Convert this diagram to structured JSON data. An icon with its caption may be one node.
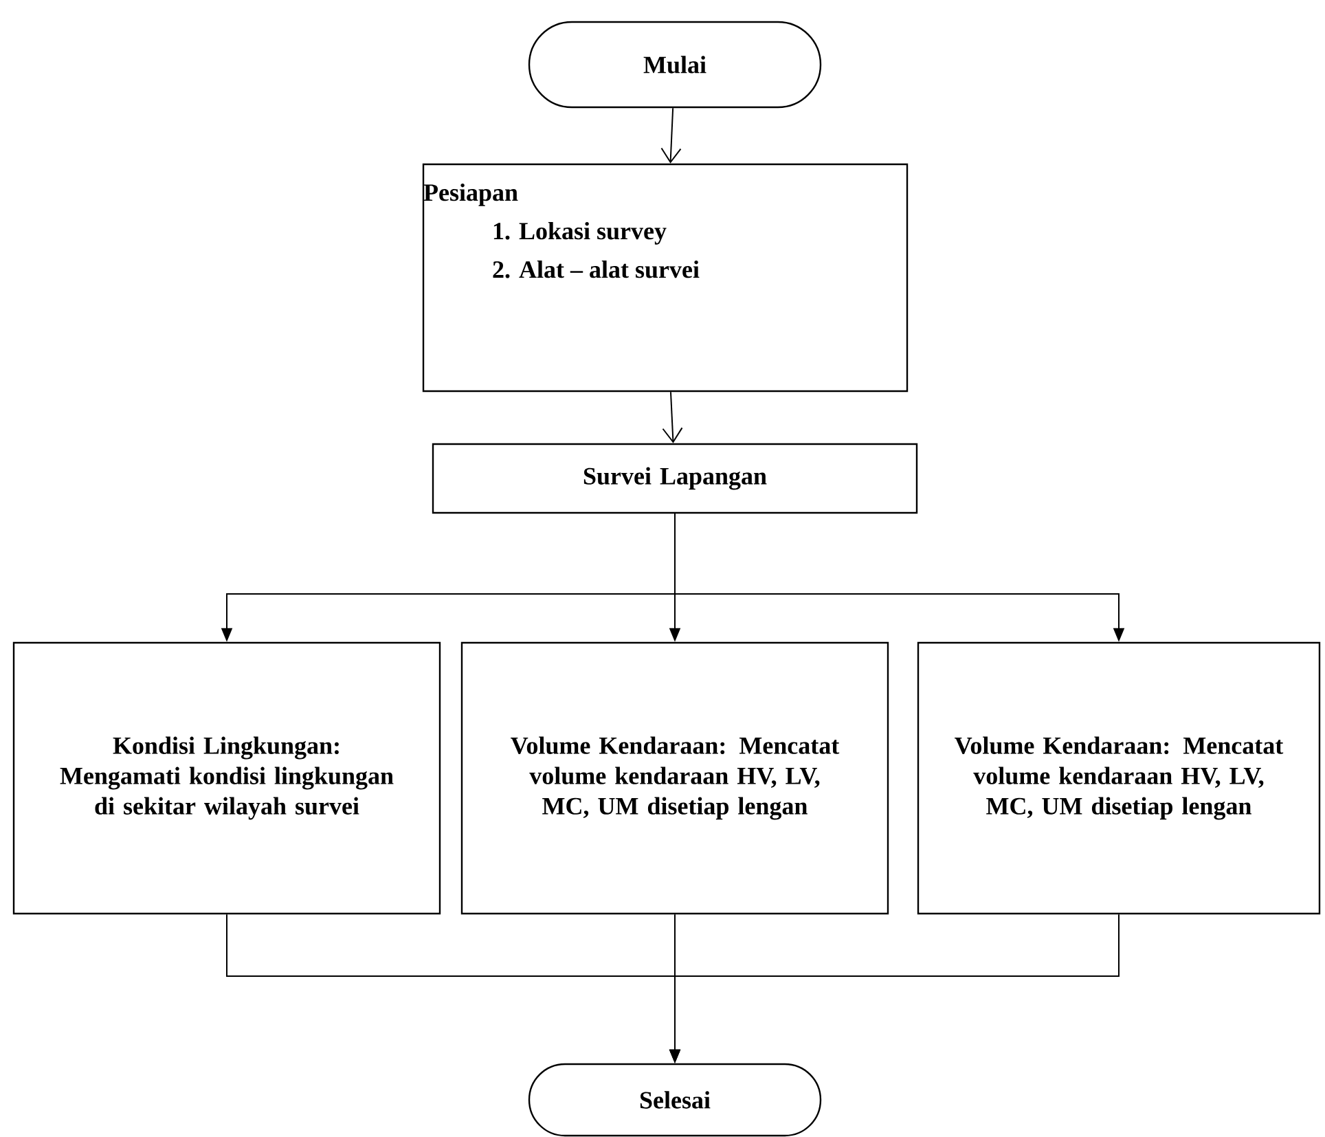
{
  "diagram": {
    "nodes": [
      {
        "text": [
          "Mulai"
        ]
      },
      {
        "text": [
          "Pesiapan",
          "1. Lokasi survey",
          "2. Alat – alat survei"
        ]
      },
      {
        "text": [
          "Survei Lapangan"
        ]
      },
      {
        "text": [
          "Kondisi Lingkungan: Mengamati kondisi lingkungan di sekitar wilayah survei"
        ]
      },
      {
        "text": [
          "Volume Kendaraan: Mencatat volume kendaraan HV, LV, MC, UM disetiap lengan"
        ]
      },
      {
        "text": [
          "Volume Kendaraan: Mencatat volume kendaraan HV, LV, MC, UM disetiap lengan"
        ]
      },
      {
        "text": [
          "Selesai"
        ]
      }
    ],
    "edges": [
      {
        "from": 0,
        "to": 1,
        "arrow": "to"
      },
      {
        "from": 1,
        "to": 2,
        "arrow": "to"
      },
      {
        "from": 2,
        "to": 3,
        "arrow": "to"
      },
      {
        "from": 2,
        "to": 4,
        "arrow": "to"
      },
      {
        "from": 2,
        "to": 5,
        "arrow": "to"
      },
      {
        "from": 3,
        "to": 6,
        "arrow": "to"
      },
      {
        "from": 4,
        "to": 6,
        "arrow": "to"
      },
      {
        "from": 5,
        "to": 6,
        "arrow": "to"
      }
    ]
  }
}
